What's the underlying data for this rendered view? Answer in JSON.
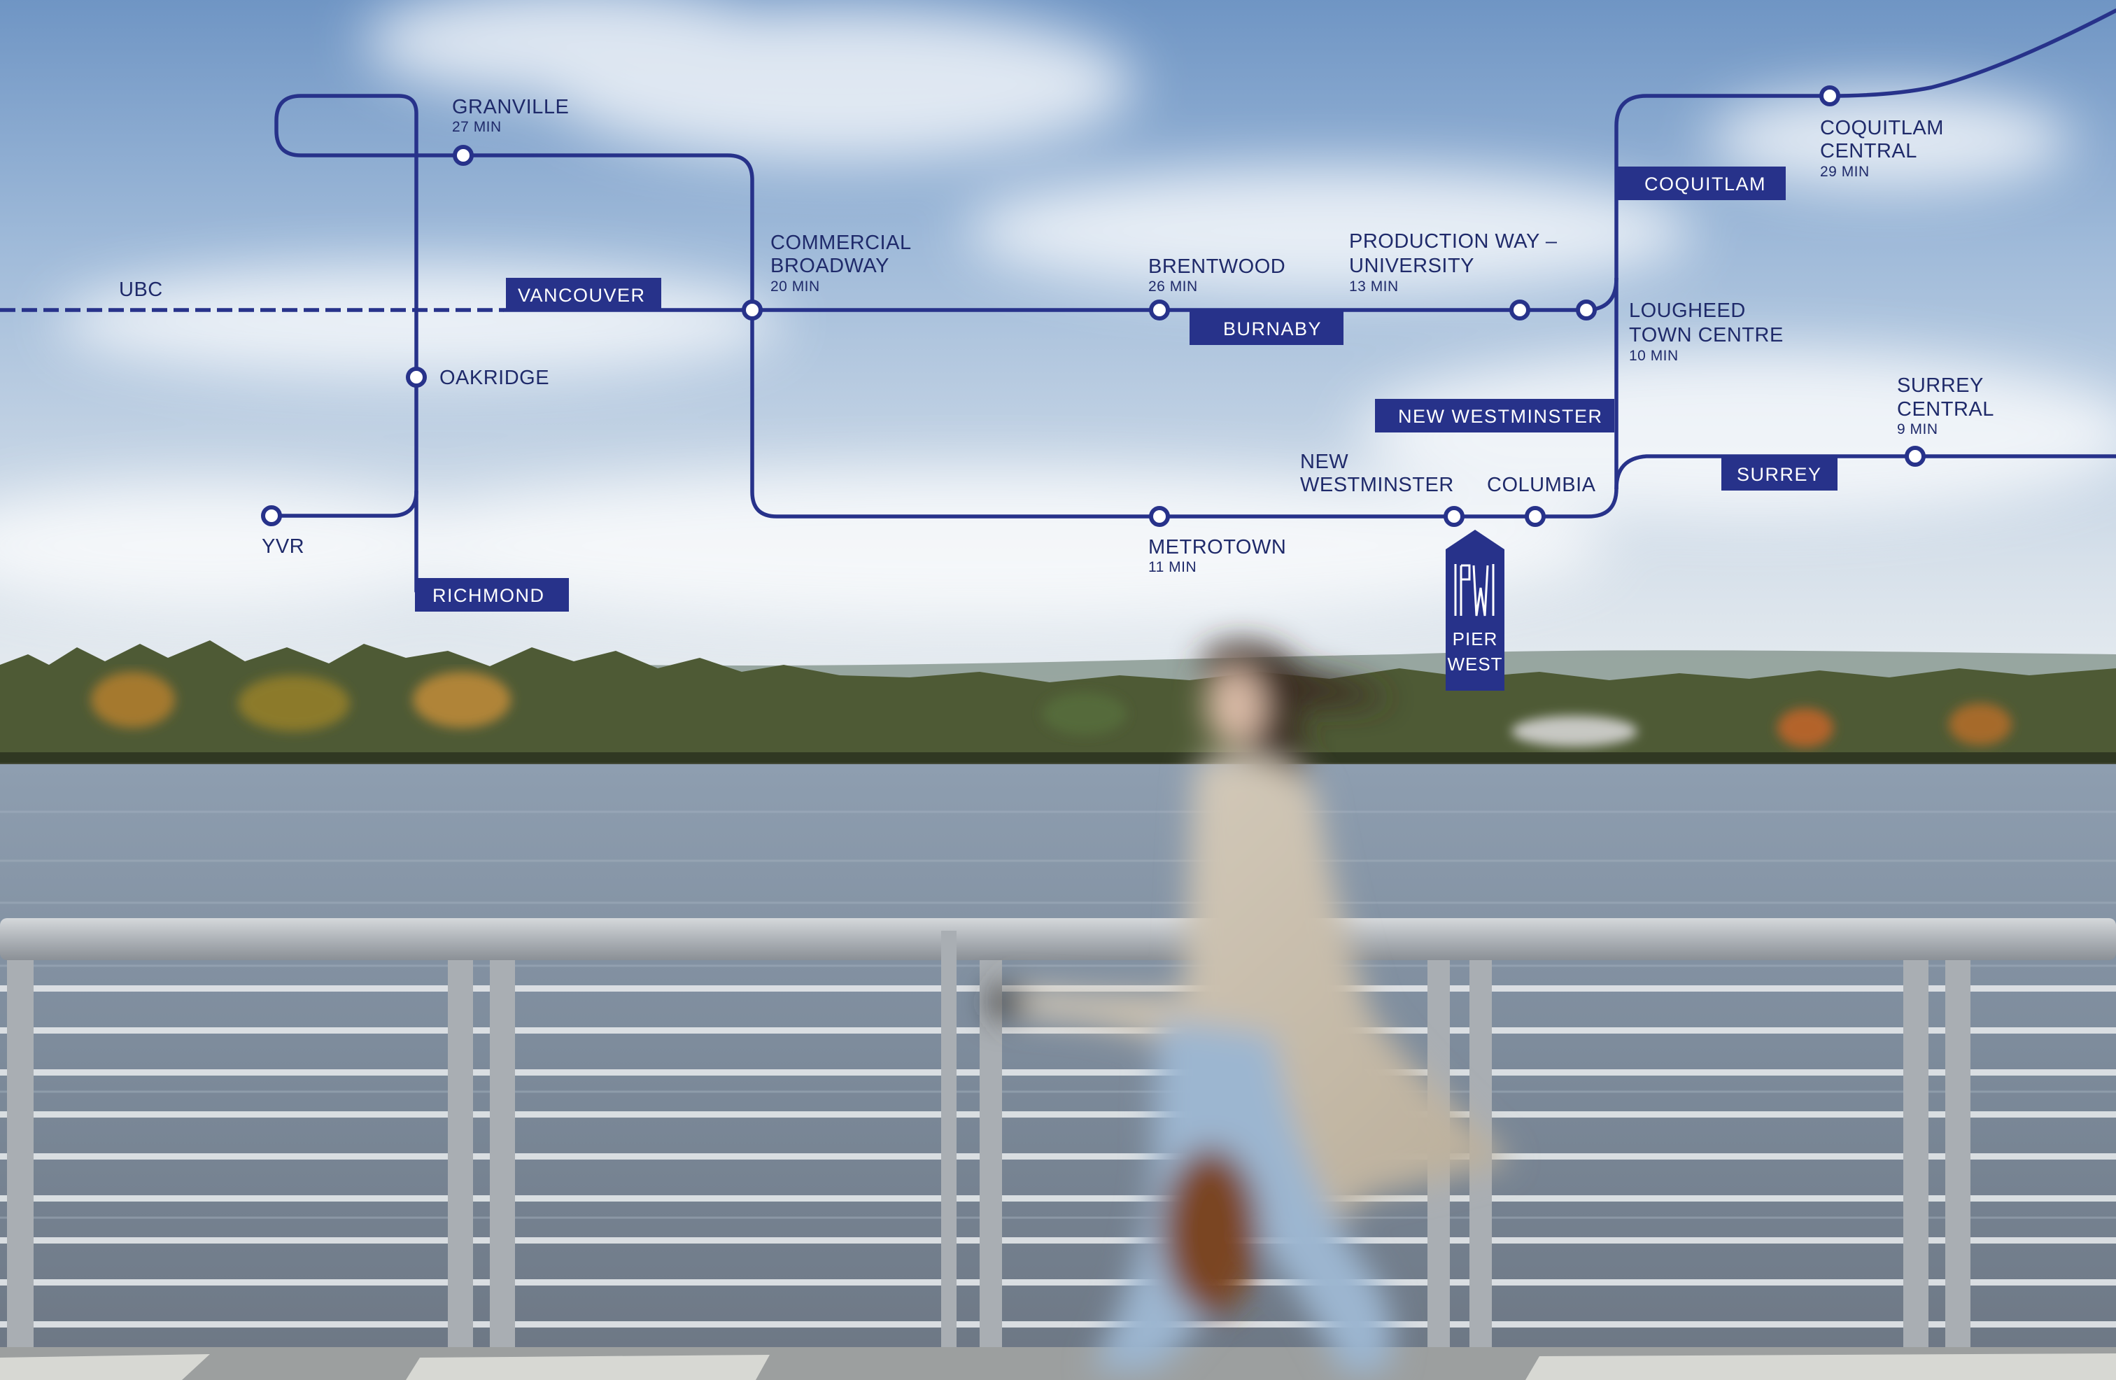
{
  "map": {
    "colors": {
      "line": "#27328a",
      "label_bg": "#27328a",
      "label_text": "#ffffff"
    },
    "regions": {
      "vancouver": "VANCOUVER",
      "burnaby": "BURNABY",
      "coquitlam": "COQUITLAM",
      "new_westminster": "NEW WESTMINSTER",
      "surrey": "SURREY",
      "richmond": "RICHMOND"
    },
    "stations": {
      "granville": {
        "name": "GRANVILLE",
        "time": "27 MIN"
      },
      "commercial_broadway": {
        "name_1": "COMMERCIAL",
        "name_2": "BROADWAY",
        "time": "20 MIN"
      },
      "ubc": {
        "name": "UBC"
      },
      "oakridge": {
        "name": "OAKRIDGE"
      },
      "yvr": {
        "name": "YVR"
      },
      "brentwood": {
        "name": "BRENTWOOD",
        "time": "26 MIN"
      },
      "production_way": {
        "name_1": "PRODUCTION WAY –",
        "name_2": "UNIVERSITY",
        "time": "13 MIN"
      },
      "lougheed": {
        "name_1": "LOUGHEED",
        "name_2": "TOWN CENTRE",
        "time": "10 MIN"
      },
      "coquitlam_central": {
        "name_1": "COQUITLAM",
        "name_2": "CENTRAL",
        "time": "29 MIN"
      },
      "surrey_central": {
        "name_1": "SURREY",
        "name_2": "CENTRAL",
        "time": "9 MIN"
      },
      "new_westminster": {
        "name_1": "NEW",
        "name_2": "WESTMINSTER"
      },
      "columbia": {
        "name": "COLUMBIA"
      },
      "metrotown": {
        "name": "METROTOWN",
        "time": "11 MIN"
      }
    },
    "brand": {
      "monogram": "PW",
      "line_1": "PIER",
      "line_2": "WEST"
    }
  }
}
